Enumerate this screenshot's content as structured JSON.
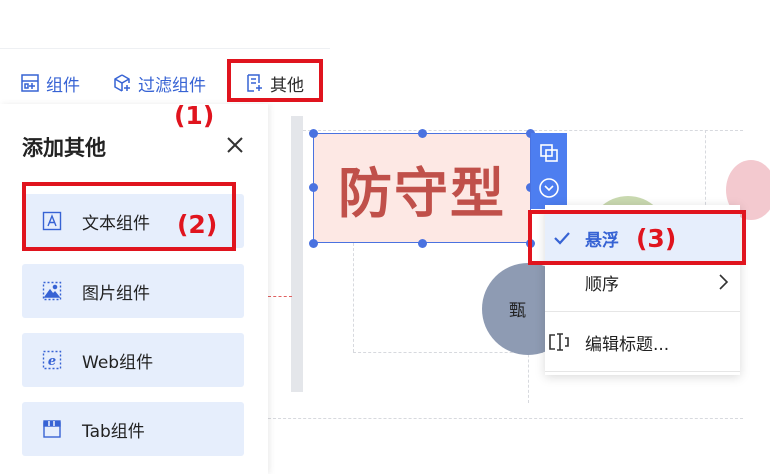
{
  "toolbar": {
    "widgets_label": "组件",
    "filter_label": "过滤组件",
    "other_label": "其他"
  },
  "panel": {
    "title": "添加其他",
    "items": [
      {
        "label": "文本组件",
        "icon": "text-box-icon"
      },
      {
        "label": "图片组件",
        "icon": "image-icon"
      },
      {
        "label": "Web组件",
        "icon": "web-icon"
      },
      {
        "label": "Tab组件",
        "icon": "tab-icon"
      }
    ]
  },
  "canvas": {
    "widget_text": "防守型",
    "circle_text": "甄"
  },
  "context_menu": {
    "items": [
      {
        "label": "悬浮",
        "checked": true
      },
      {
        "label": "顺序",
        "has_submenu": true
      },
      {
        "label": "编辑标题..."
      }
    ]
  },
  "annotations": [
    "(1)",
    "(2)",
    "(3)"
  ],
  "colors": {
    "accent": "#4a72e0",
    "annotation": "#e0141e",
    "item_bg": "#e6eefc",
    "widget_bg": "#fde8e4",
    "widget_text": "#c0504a"
  }
}
